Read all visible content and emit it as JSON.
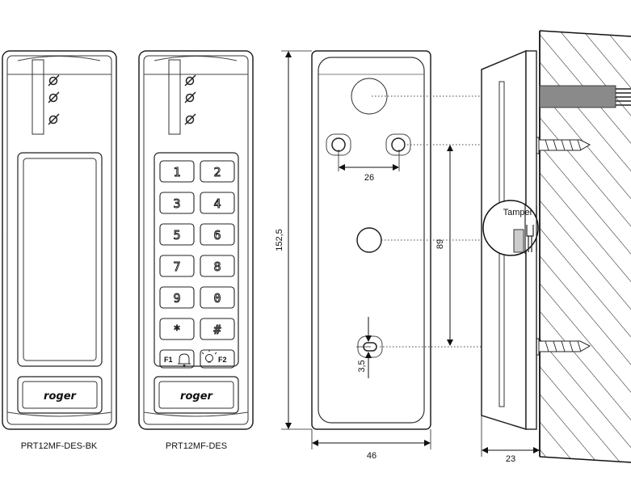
{
  "readers": {
    "bk": {
      "caption": "PRT12MF-DES-BK",
      "logo": "roger"
    },
    "des": {
      "caption": "PRT12MF-DES",
      "logo": "roger"
    }
  },
  "keypad": {
    "keys": [
      "1",
      "2",
      "3",
      "4",
      "5",
      "6",
      "7",
      "8",
      "9",
      "0",
      "*",
      "#"
    ],
    "f1": "F1",
    "f2": "F2"
  },
  "dimensions": {
    "height": "152,5",
    "width": "46",
    "hole_spacing": "26",
    "vertical_spacing": "89",
    "offset": "3,5",
    "depth": "23"
  },
  "side": {
    "tamper_label": "Tamper"
  }
}
